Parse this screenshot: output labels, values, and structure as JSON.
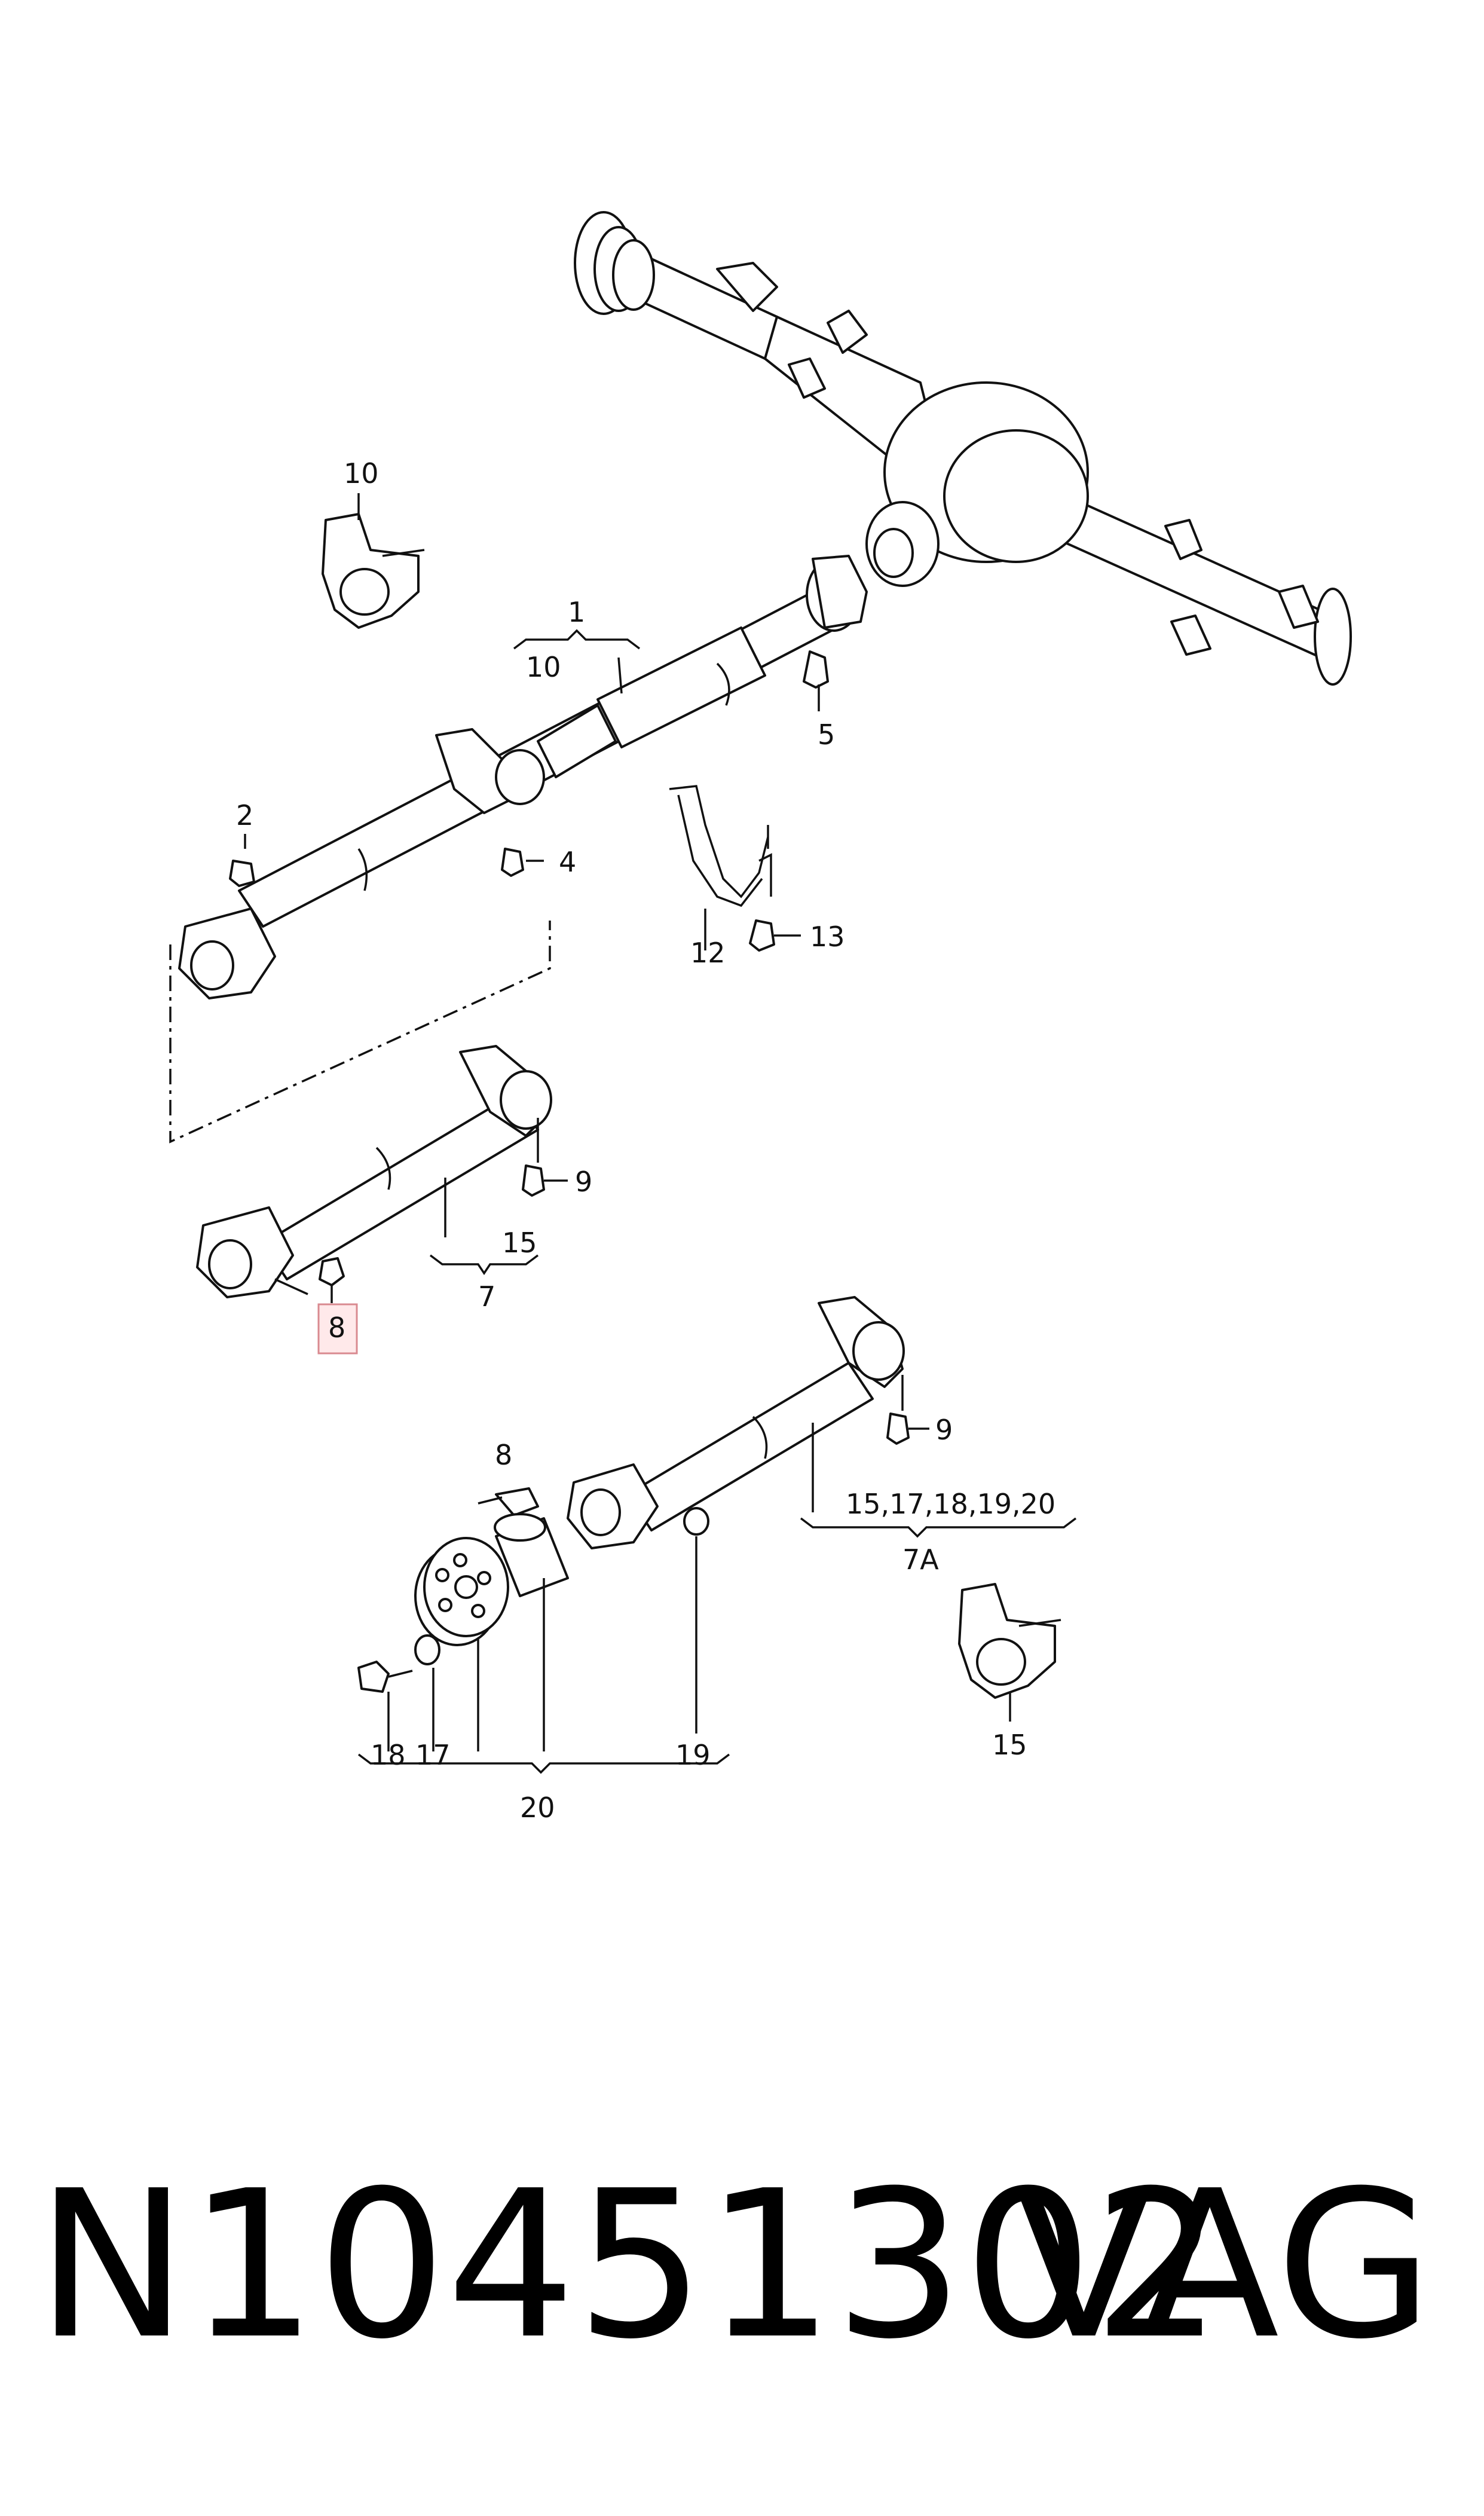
{
  "labels": {
    "l1": "1",
    "l10a": "10",
    "l10b": "10",
    "l2": "2",
    "l4": "4",
    "l5": "5",
    "l7": "7",
    "l8a": "8",
    "l8b": "8",
    "l9a": "9",
    "l9b": "9",
    "l12": "12",
    "l13": "13",
    "l15a": "15",
    "l15b": "15",
    "l7a_list": "15,17,18,19,20",
    "l7a": "7A",
    "l17": "17",
    "l18": "18",
    "l19": "19",
    "l20": "20"
  },
  "highlighted_callout": "8",
  "footer": {
    "part_number": "N10451302",
    "brand": "VAG"
  },
  "colors": {
    "line": "#111111",
    "highlight_fill": "#ffe9ea",
    "highlight_stroke": "#d98a90"
  }
}
